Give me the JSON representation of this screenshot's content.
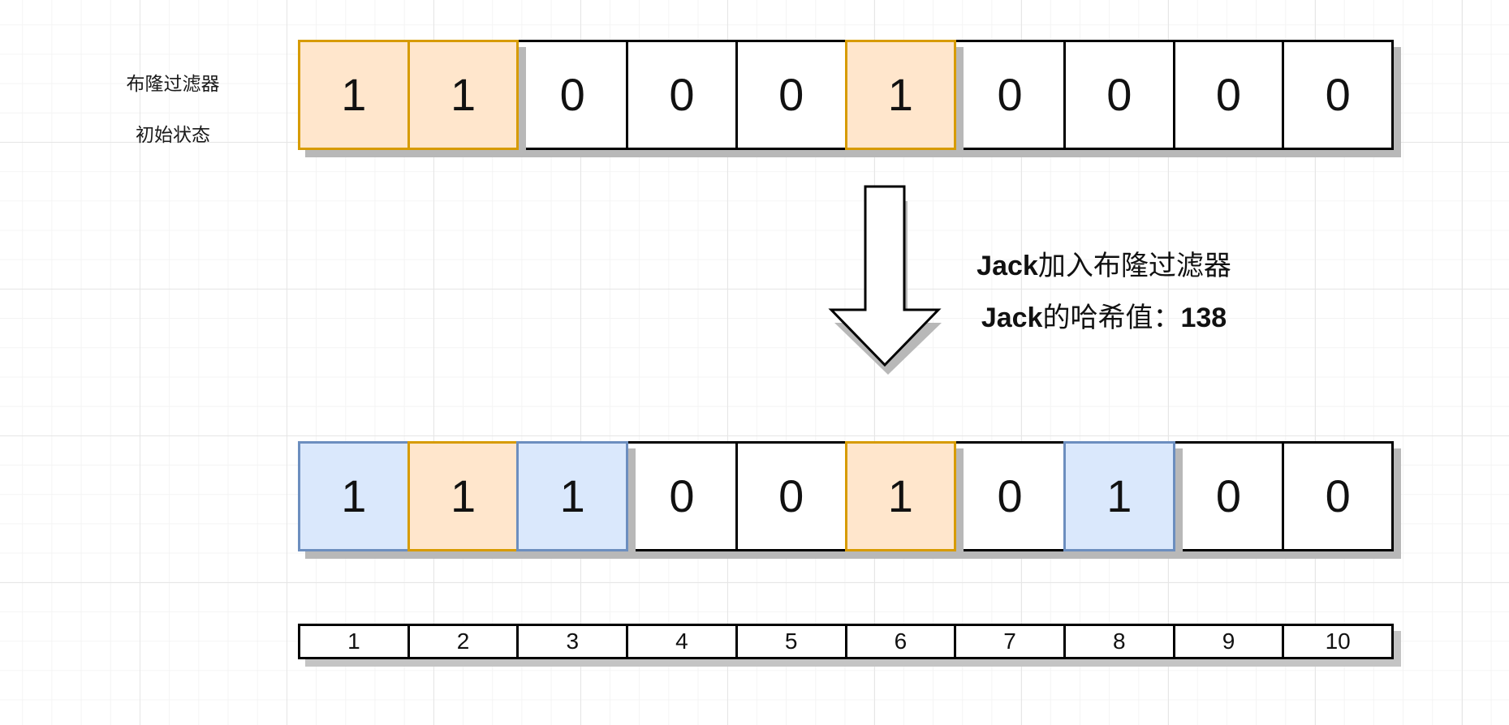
{
  "left_labels": [
    "布隆过滤器",
    "初始状态"
  ],
  "initial_state": {
    "cells": [
      {
        "value": "1",
        "color": "orange"
      },
      {
        "value": "1",
        "color": "orange"
      },
      {
        "value": "0",
        "color": "white"
      },
      {
        "value": "0",
        "color": "white"
      },
      {
        "value": "0",
        "color": "white"
      },
      {
        "value": "1",
        "color": "orange"
      },
      {
        "value": "0",
        "color": "white"
      },
      {
        "value": "0",
        "color": "white"
      },
      {
        "value": "0",
        "color": "white"
      },
      {
        "value": "0",
        "color": "white"
      }
    ]
  },
  "operation": {
    "line1": {
      "name": "Jack",
      "text": "加入布隆过滤器"
    },
    "line2": {
      "name": "Jack",
      "text": "的哈希值：",
      "value": "138"
    }
  },
  "after_state": {
    "cells": [
      {
        "value": "1",
        "color": "blue"
      },
      {
        "value": "1",
        "color": "orange"
      },
      {
        "value": "1",
        "color": "blue"
      },
      {
        "value": "0",
        "color": "white"
      },
      {
        "value": "0",
        "color": "white"
      },
      {
        "value": "1",
        "color": "orange"
      },
      {
        "value": "0",
        "color": "white"
      },
      {
        "value": "1",
        "color": "blue"
      },
      {
        "value": "0",
        "color": "white"
      },
      {
        "value": "0",
        "color": "white"
      }
    ]
  },
  "indices": [
    "1",
    "2",
    "3",
    "4",
    "5",
    "6",
    "7",
    "8",
    "9",
    "10"
  ],
  "colors": {
    "orange_fill": "#ffe6cc",
    "orange_border": "#d79b00",
    "blue_fill": "#dae8fc",
    "blue_border": "#6c8ebf",
    "shadow": "#b8b8b8"
  }
}
